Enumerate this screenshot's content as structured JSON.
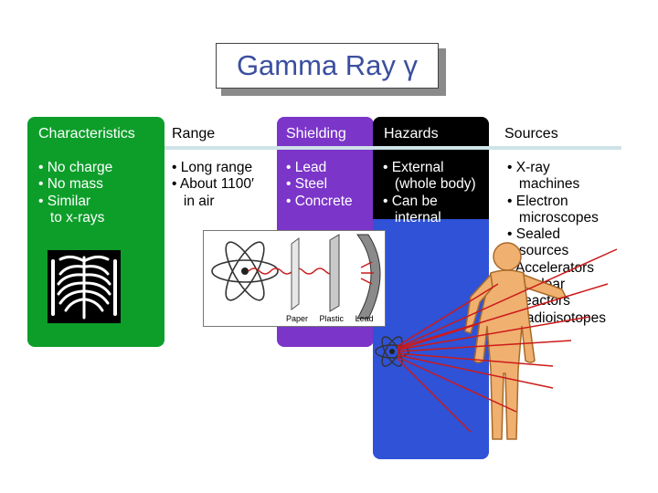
{
  "title": "Gamma Ray γ",
  "columns": [
    {
      "header": "Characteristics",
      "items": [
        "• No charge",
        "• No mass",
        "• Similar",
        "   to x-rays"
      ]
    },
    {
      "header": "Range",
      "items": [
        "• Long range",
        "• About 1100′",
        "   in air"
      ]
    },
    {
      "header": "Shielding",
      "items": [
        "• Lead",
        "• Steel",
        "• Concrete"
      ]
    },
    {
      "header": "Hazards",
      "items": [
        "• External",
        "   (whole body)",
        "• Can be",
        "   internal"
      ]
    },
    {
      "header": "Sources",
      "items": [
        "• X-ray",
        "   machines",
        "• Electron",
        "   microscopes",
        "• Sealed",
        "   sources",
        "• Accelerators",
        "• Nuclear",
        "   reactors",
        "• Radioisotopes"
      ]
    }
  ],
  "illustration": {
    "labels": [
      "Paper",
      "Plastic",
      "Lead"
    ]
  },
  "colors": {
    "green": "#0d9e2a",
    "purple": "#7b35c9",
    "blue": "#2f52d6",
    "title": "#3b4fa0",
    "ray": "#cc1a1a",
    "skin": "#f0b070"
  },
  "icons": [
    "chest-xray-icon",
    "atom-shielding-diagram",
    "human-body-exposure-icon"
  ]
}
